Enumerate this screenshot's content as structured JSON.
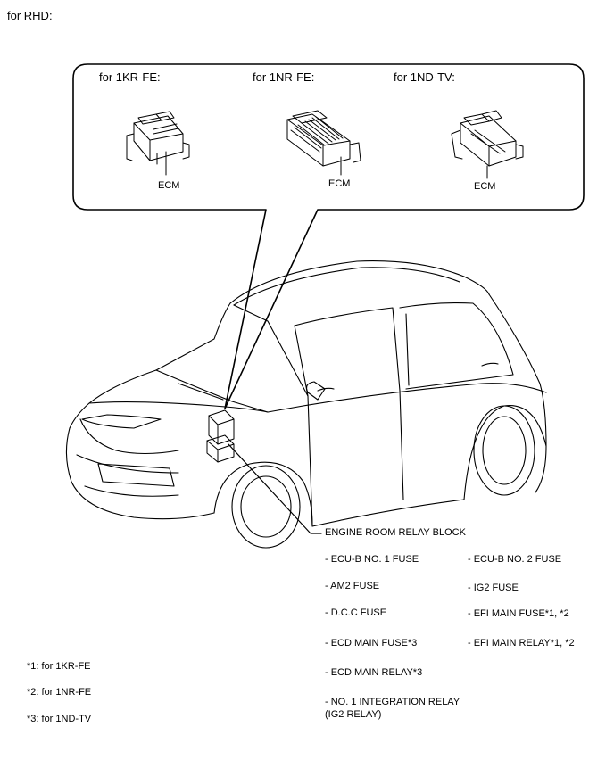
{
  "page_title": "for RHD:",
  "callout": {
    "variants": [
      {
        "heading": "for 1KR-FE:",
        "part": "ECM"
      },
      {
        "heading": "for 1NR-FE:",
        "part": "ECM"
      },
      {
        "heading": "for 1ND-TV:",
        "part": "ECM"
      }
    ]
  },
  "relay_block": {
    "title": "ENGINE ROOM RELAY BLOCK",
    "left_items": [
      "- ECU-B NO. 1 FUSE",
      "- AM2 FUSE",
      "- D.C.C FUSE",
      "- ECD MAIN FUSE*3",
      "- ECD MAIN RELAY*3",
      "- NO. 1 INTEGRATION RELAY",
      "(IG2 RELAY)"
    ],
    "right_items": [
      "- ECU-B NO. 2 FUSE",
      "- IG2 FUSE",
      "- EFI MAIN FUSE*1, *2",
      "- EFI MAIN RELAY*1, *2"
    ]
  },
  "footnotes": [
    "*1: for 1KR-FE",
    "*2: for 1NR-FE",
    "*3: for 1ND-TV"
  ]
}
